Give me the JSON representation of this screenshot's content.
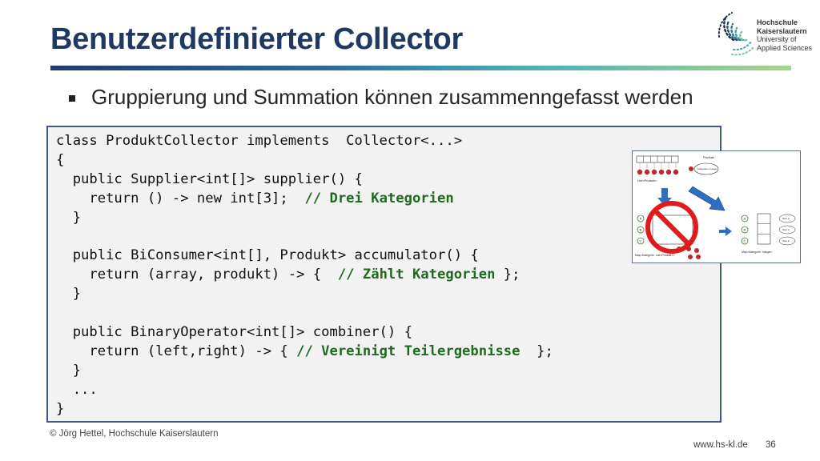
{
  "slide": {
    "title": "Benutzerdefinierter Collector",
    "bullet": "Gruppierung und Summation können zusammenngefasst werden"
  },
  "logo": {
    "line1": "Hochschule",
    "line2": "Kaiserslautern",
    "line3": "University of",
    "line4": "Applied Sciences"
  },
  "code": {
    "l1": "class ProduktCollector implements  Collector<...>",
    "l2": "{",
    "l3": "  public Supplier<int[]> supplier() {",
    "l4a": "    return () -> new int[3];  ",
    "l4c": "// Drei Kategorien",
    "l5": "  }",
    "l6": "",
    "l7": "  public BiConsumer<int[], Produkt> accumulator() {",
    "l8a": "    return (array, produkt) -> {  ",
    "l8c": "// Zählt Kategorien",
    "l8b": " };",
    "l9": "  }",
    "l10": "",
    "l11": "  public BinaryOperator<int[]> combiner() {",
    "l12a": "    return (left,right) -> { ",
    "l12c": "// Vereinigt Teilergebnisse",
    "l12b": "  };",
    "l13": "  }",
    "l14": "  ...",
    "l15": "}"
  },
  "diagram": {
    "produkt_label": "Produkt",
    "kategorie_label": "Kategorie / Integer",
    "list_label": "List<Produkt>",
    "map_left_label": "Map<Kategorie, List<Produkt>>",
    "map_right_label": "Map<Kategorie, Integer>",
    "sum_label": "Sum A",
    "letters": [
      "A",
      "B",
      "C"
    ],
    "prohibition_color": "#e01b1b",
    "arrow_color": "#2e6fc4"
  },
  "footer": {
    "copyright": "© Jörg Hettel, Hochschule Kaiserslautern",
    "url": "www.hs-kl.de",
    "page": "36"
  }
}
